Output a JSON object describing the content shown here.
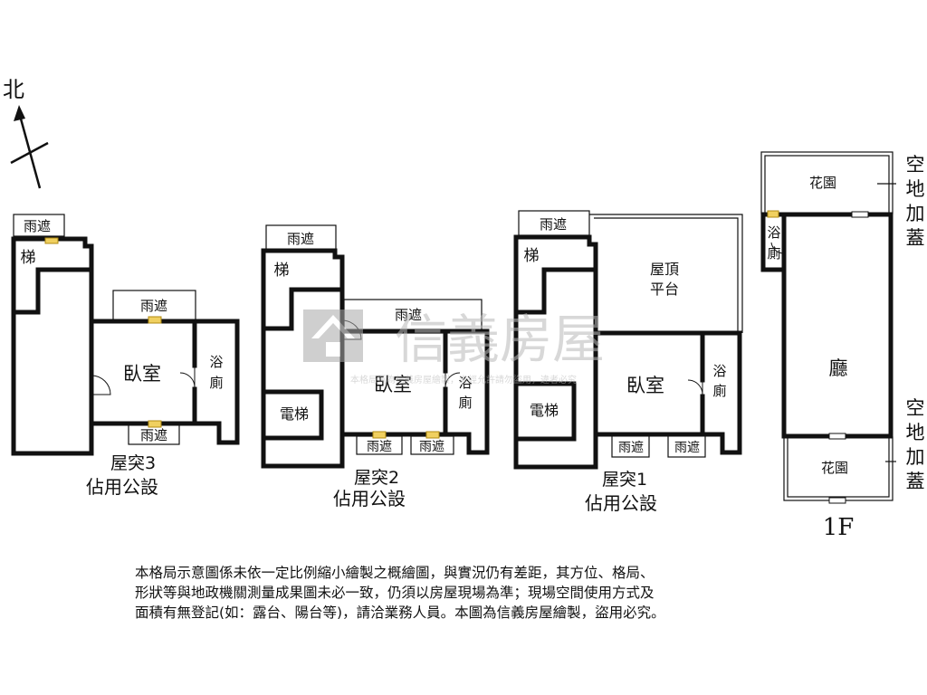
{
  "compass": {
    "north": "北"
  },
  "watermark": {
    "brand": "信義房屋",
    "notice": "本格局圖為信義房屋繪製，未經允許請勿盜用，違者必究"
  },
  "units": {
    "roof3": {
      "title": "屋突3",
      "subtitle": "佔用公設",
      "rooms": {
        "canopy_top": "雨遮",
        "stairs": "梯",
        "canopy_mid": "雨遮",
        "bedroom": "臥室",
        "bath_1": "浴",
        "bath_2": "廁",
        "canopy_bottom": "雨遮"
      }
    },
    "roof2": {
      "title": "屋突2",
      "subtitle": "佔用公設",
      "rooms": {
        "canopy_top": "雨遮",
        "stairs": "梯",
        "canopy_mid": "雨遮",
        "bedroom": "臥室",
        "bath_1": "浴",
        "bath_2": "廁",
        "elevator": "電梯",
        "canopy_b1": "雨遮",
        "canopy_b2": "雨遮"
      }
    },
    "roof1": {
      "title": "屋突1",
      "subtitle": "佔用公設",
      "rooms": {
        "canopy_top": "雨遮",
        "stairs": "梯",
        "terrace_1": "屋頂",
        "terrace_2": "平台",
        "bedroom": "臥室",
        "bath_1": "浴",
        "bath_2": "廁",
        "elevator": "電梯",
        "canopy_b1": "雨遮",
        "canopy_b2": "雨遮"
      }
    },
    "floor1": {
      "title": "1F",
      "rooms": {
        "garden_top": "花園",
        "bath_1": "浴",
        "bath_2": "廁",
        "living": "廳",
        "garden_bottom": "花園"
      },
      "annex_top": [
        "空",
        "地",
        "加",
        "蓋"
      ],
      "annex_bottom": [
        "空",
        "地",
        "加",
        "蓋"
      ]
    }
  },
  "disclaimer": [
    "本格局示意圖係未依一定比例縮小繪製之概繪圖，與實況仍有差距，其方位、格局、",
    "形狀等與地政機關測量成果圖未必一致，仍須以房屋現場為準；現場空間使用方式及",
    "面積有無登記(如：露台、陽台等)，請洽業務人員。本圖為信義房屋繪製，盜用必究。"
  ]
}
